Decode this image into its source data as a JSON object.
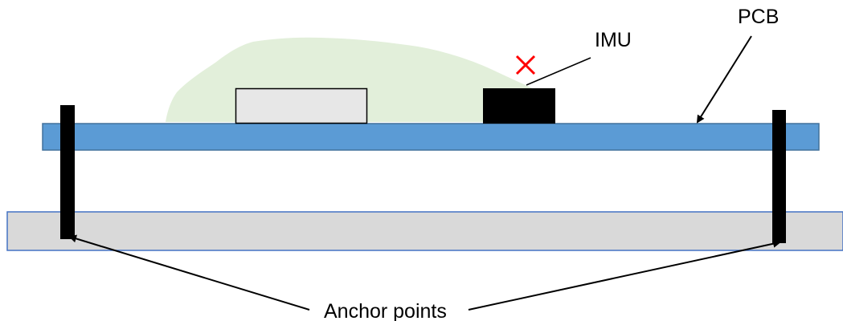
{
  "diagram": {
    "labels": {
      "imu": "IMU",
      "pcb": "PCB",
      "anchor_points": "Anchor points"
    },
    "colors": {
      "pcb_fill": "#5b9bd5",
      "pcb_stroke": "#41719c",
      "base_fill": "#d9d9d9",
      "base_stroke": "#4472c4",
      "blob_fill": "#e2efda",
      "component_fill": "#e7e7e7",
      "imu_fill": "#000000",
      "anchor_fill": "#000000",
      "cross_color": "#ff0000",
      "line_color": "#000000"
    },
    "icons": {
      "cross": "x-mark-icon"
    }
  }
}
